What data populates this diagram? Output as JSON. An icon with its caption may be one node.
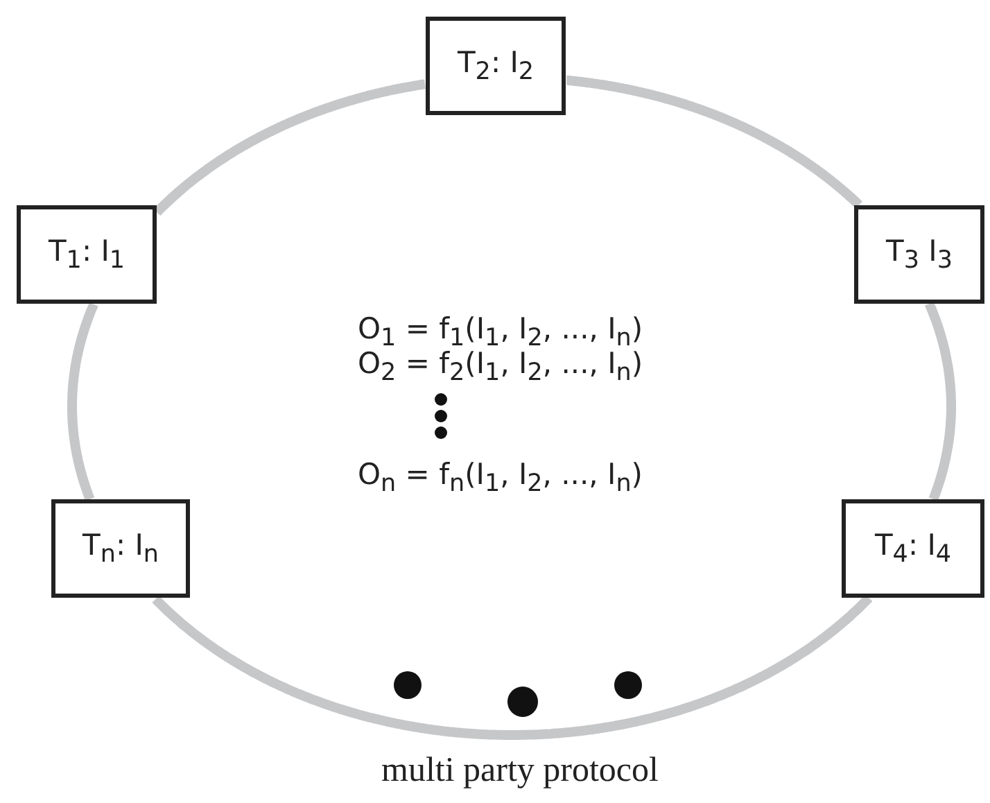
{
  "diagram": {
    "caption": "multi party protocol",
    "nodes": [
      {
        "text": [
          "T$_{2}$: I$_{2}$"
        ]
      },
      {
        "text": [
          "T$_{1}$: I$_{1}$"
        ]
      },
      {
        "text": [
          "T$_{3}$ I$_{3}$"
        ]
      },
      {
        "text": [
          "T$_{n}$: I$_{n}$"
        ]
      },
      {
        "text": [
          "T$_{4}$: I$_{4}$"
        ]
      }
    ],
    "edges": [
      {
        "from": 1,
        "to": 0,
        "arrow": "none"
      },
      {
        "from": 0,
        "to": 2,
        "arrow": "none"
      },
      {
        "from": 2,
        "to": 4,
        "arrow": "none"
      },
      {
        "from": 4,
        "to": 3,
        "arrow": "none"
      },
      {
        "from": 3,
        "to": 1,
        "arrow": "none"
      }
    ],
    "labels": [
      "O$_{1}$ = f$_{1}$(I$_{1}$, I$_{2}$, ..., I$_{n}$)",
      "O$_{2}$ = f$_{2}$(I$_{1}$, I$_{2}$, ..., I$_{n}$)",
      "O$_{n}$ = f$_{n}$(I$_{1}$, I$_{2}$, ..., I$_{n}$)"
    ]
  }
}
